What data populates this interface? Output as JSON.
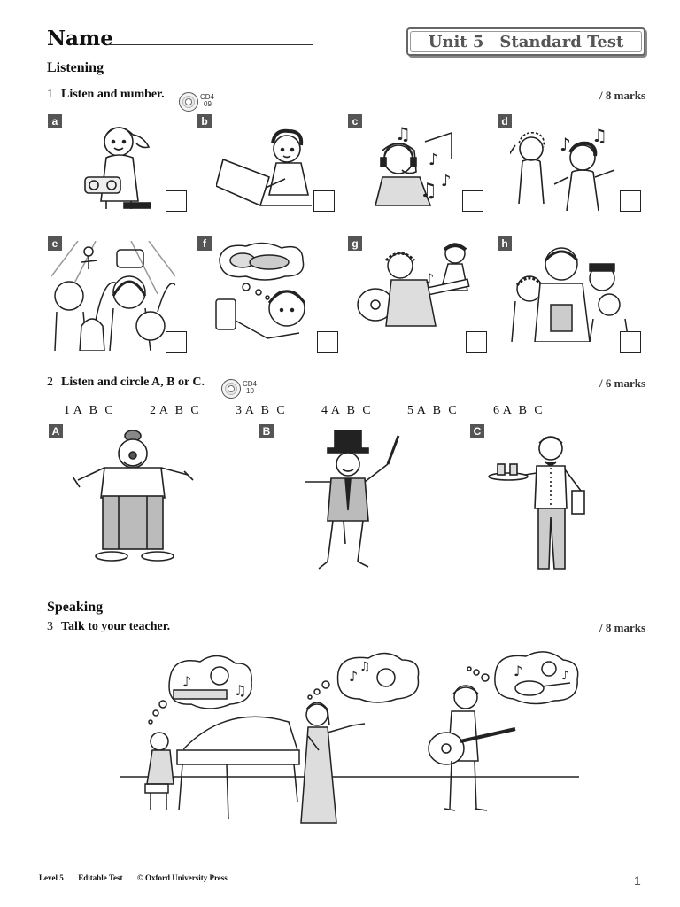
{
  "header": {
    "name_label": "Name",
    "unit_label": "Unit 5",
    "test_label": "Standard Test"
  },
  "listening": {
    "title": "Listening",
    "q1": {
      "number": "1",
      "instruction": "Listen and number.",
      "cd_disc": "CD4",
      "cd_track": "09",
      "marks": "/ 8 marks",
      "items": [
        "a",
        "b",
        "c",
        "d",
        "e",
        "f",
        "g",
        "h"
      ]
    },
    "q2": {
      "number": "2",
      "instruction": "Listen and circle A, B or C.",
      "cd_disc": "CD4",
      "cd_track": "10",
      "marks": "/ 6 marks",
      "options": [
        "1 A  B  C",
        "2 A  B  C",
        "3 A  B  C",
        "4 A  B  C",
        "5 A  B  C",
        "6 A  B  C"
      ],
      "pictures": [
        "A",
        "B",
        "C"
      ]
    }
  },
  "speaking": {
    "title": "Speaking",
    "q3": {
      "number": "3",
      "instruction": "Talk to your teacher.",
      "marks": "/ 8 marks"
    }
  },
  "footer": {
    "level": "Level 5",
    "type": "Editable Test",
    "copyright": "© Oxford University Press",
    "page_number": "1"
  },
  "icons": [
    "cd-icon",
    "music-note-icon",
    "popcorn-icon"
  ],
  "colors": {
    "tag_bg": "#555555",
    "ink": "#111111"
  }
}
